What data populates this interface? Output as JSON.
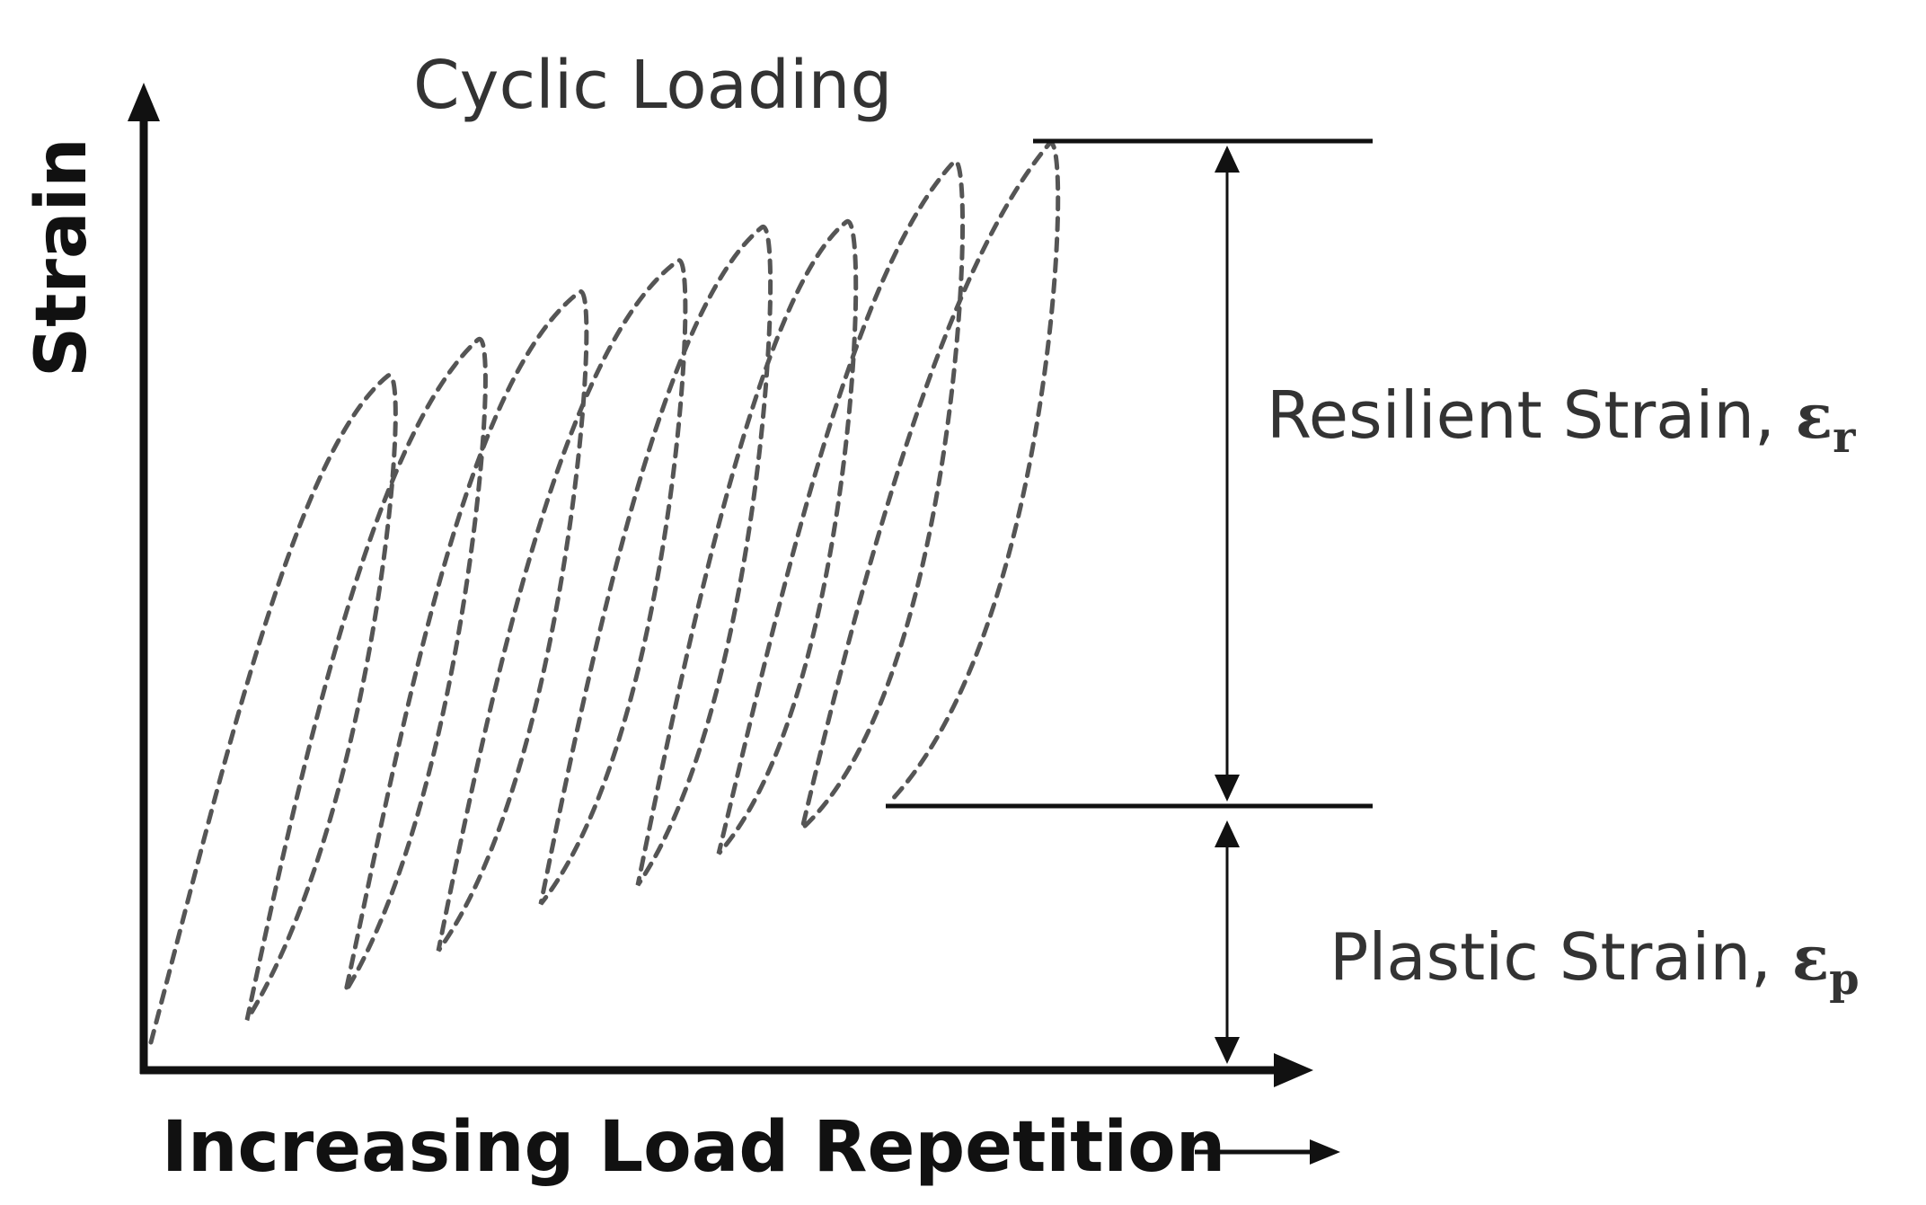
{
  "title": "Cyclic Loading",
  "y_axis_label": "Strain",
  "x_axis_label": "Increasing Load Repetition",
  "resilient": {
    "label": "Resilient Strain, ",
    "symbol": "ε",
    "subscript": "r"
  },
  "plastic": {
    "label": "Plastic Strain, ",
    "symbol": "ε",
    "subscript": "p"
  },
  "colors": {
    "axis": "#111111",
    "curve": "#555555",
    "text": "#333333"
  }
}
